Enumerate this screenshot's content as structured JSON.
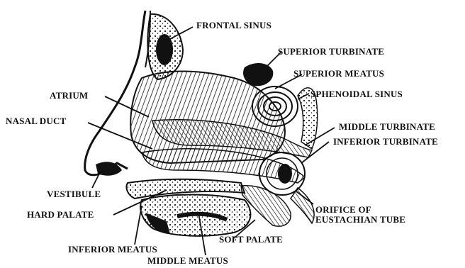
{
  "figure": {
    "labels": {
      "frontal_sinus": "FRONTAL SINUS",
      "superior_turbinate": "SUPERIOR TURBINATE",
      "superior_meatus": "SUPERIOR MEATUS",
      "sphenoidal_sinus": "SPHENOIDAL SINUS",
      "atrium": "ATRIUM",
      "nasal_duct": "NASAL DUCT",
      "middle_turbinate": "MIDDLE TURBINATE",
      "inferior_turbinate": "INFERIOR TURBINATE",
      "vestibule": "VESTIBULE",
      "hard_palate": "HARD PALATE",
      "orifice_line1": "ORIFICE OF",
      "orifice_line2": "EUSTACHIAN TUBE",
      "soft_palate": "SOFT PALATE",
      "inferior_meatus": "INFERIOR MEATUS",
      "middle_meatus": "MIDDLE MEATUS"
    },
    "colors": {
      "ink": "#111111",
      "paper": "#ffffff"
    }
  }
}
